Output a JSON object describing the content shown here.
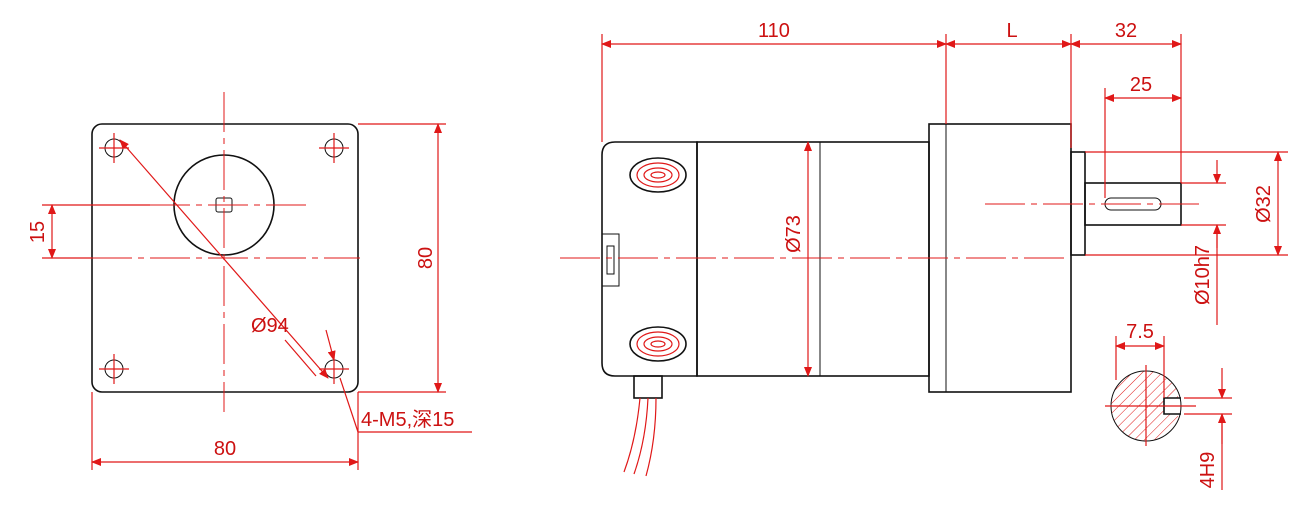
{
  "front_view": {
    "dim_width": "80",
    "dim_height": "80",
    "dim_offset": "15",
    "dim_bolt_circle": "Ø94",
    "dim_holes": "4-M5,深15"
  },
  "side_view": {
    "dim_body_length": "110",
    "dim_gearbox_length": "L",
    "dim_shaft_length": "32",
    "dim_key_length": "25",
    "dim_body_diameter": "Ø73",
    "dim_boss_diameter": "Ø32",
    "dim_shaft_diameter": "Ø10h7"
  },
  "section_view": {
    "dim_flat": "7.5",
    "dim_keyway": "4H9"
  },
  "colors": {
    "outline": "#111111",
    "dimension": "#e01818"
  }
}
